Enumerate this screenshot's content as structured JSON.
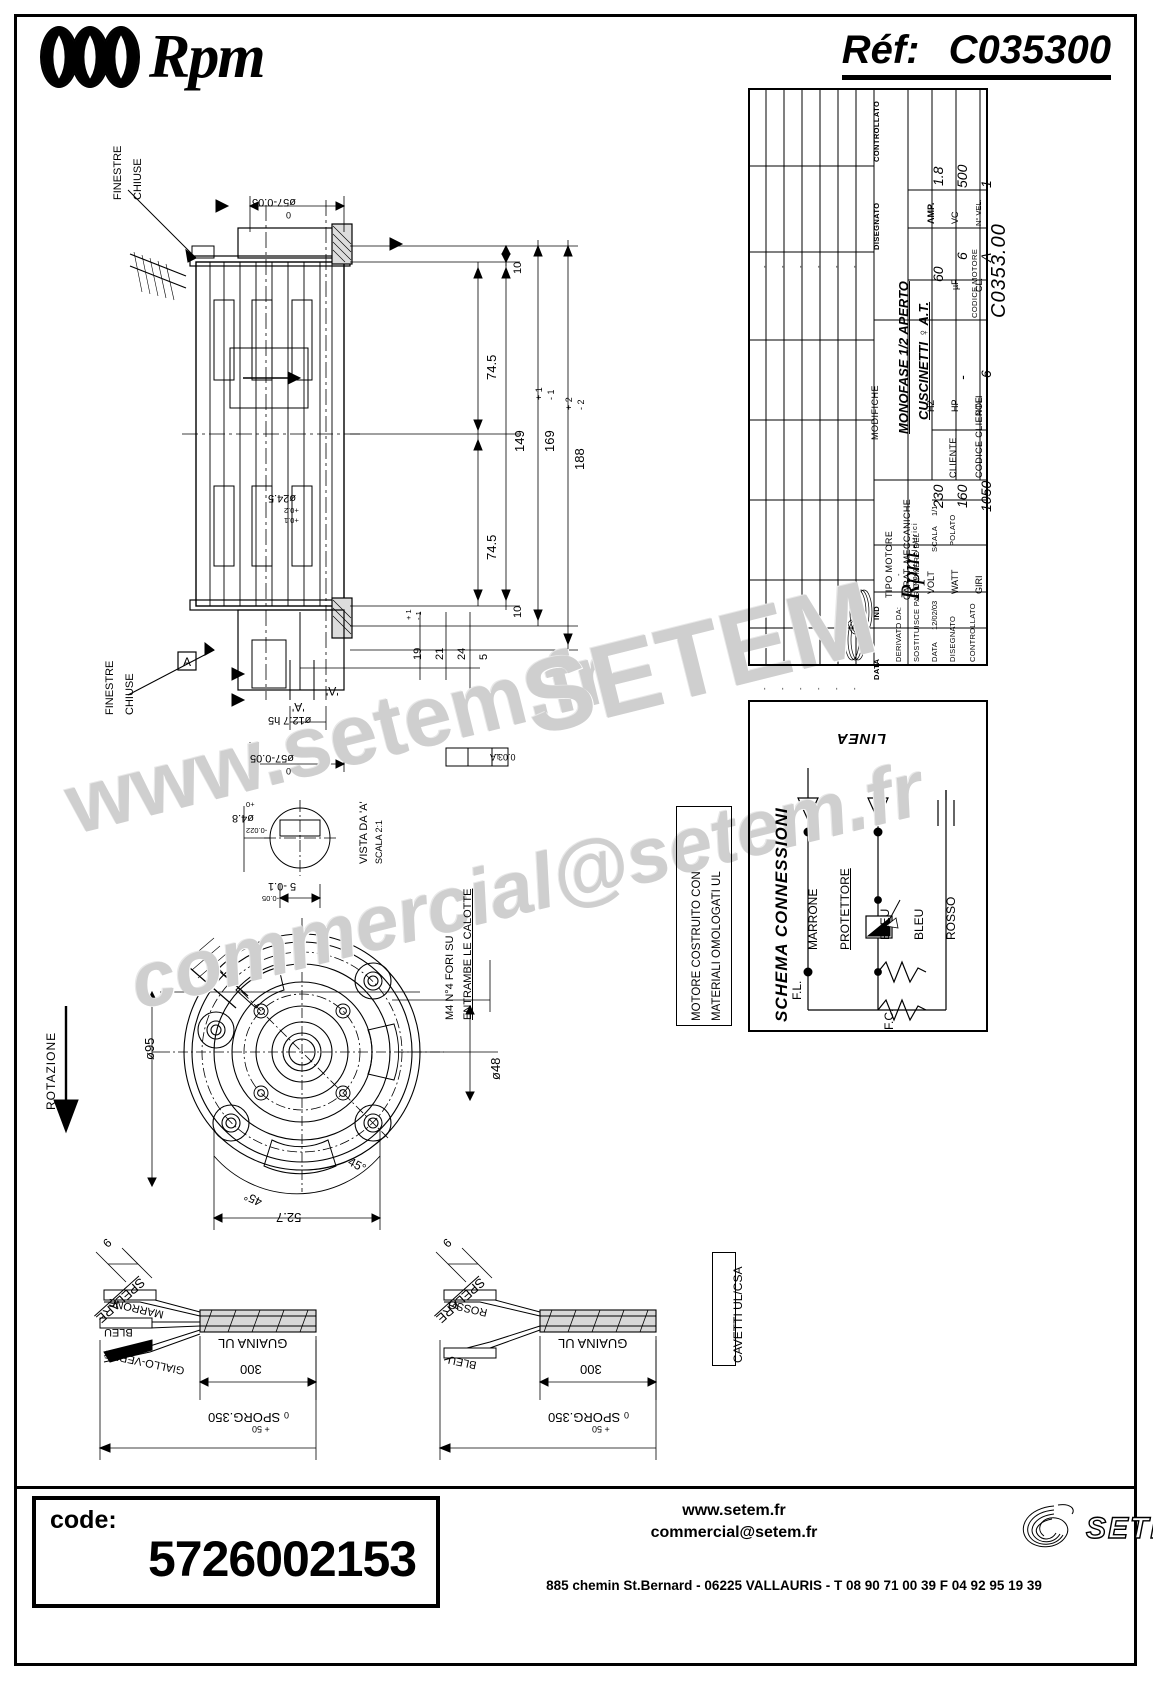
{
  "header": {
    "logo_text": "Rpm",
    "ref_label": "Réf:",
    "ref_value": "C035300"
  },
  "drawing": {
    "notes": {
      "finestre_chiuse_1": "FINESTRE",
      "finestre_chiuse_1b": "CHIUSE",
      "finestre_chiuse_2": "FINESTRE",
      "finestre_chiuse_2b": "CHIUSE",
      "rotazione": "ROTAZIONE",
      "vista_a": "VISTA DA 'A'",
      "scala_21": "SCALA 2:1",
      "m4_note_1": "M4 N°4 FORI SU",
      "m4_note_2": "ENTRAMBE LE CALOTTE",
      "datum_a": "A",
      "section_a": "'A'",
      "flatness": "0.03 A"
    },
    "dimensions": {
      "d57_top": "ø57-0.05",
      "d57_top_tol": "0",
      "d57_bot": "ø57-0.05",
      "d57_bot_tol": "0",
      "d24_5": "ø24.5",
      "d24_5_tol_up": "+0.2",
      "d24_5_tol_lo": "+0.1",
      "d12_7": "ø12.7 h5",
      "d4_8": "ø4.8",
      "d4_8_tol": "+0",
      "d4_8_tol2": "-0.022",
      "dim_10_top": "10",
      "dim_74_5_a": "74.5",
      "dim_74_5_b": "74.5",
      "dim_149": "149",
      "dim_169": "169",
      "dim_169_tol_up": "+ 1",
      "dim_169_tol_lo": "- 1",
      "dim_188": "188",
      "dim_188_tol_up": "+ 2",
      "dim_188_tol_lo": "- 2",
      "dim_10_bot": "10",
      "dim_19": "19",
      "dim_19_tol_up": "+ 1",
      "dim_19_tol_lo": "- 1",
      "dim_5": "5",
      "dim_24": "24",
      "dim_21": "21",
      "dim_5_tol": "5 -0.1",
      "dim_5_tol2": "-0.05",
      "d95": "ø95",
      "d48": "ø48",
      "dim_52_7": "52.7",
      "ang_45_a": "45°",
      "ang_45_b": "45°"
    },
    "cables": {
      "left": {
        "spelare": "SPELARE",
        "spelare_len": "6",
        "wire_1": "MARRONE",
        "wire_2": "BLEU",
        "wire_3": "GIALLO-VERDE",
        "guaina": "GUAINA UL",
        "len_300": "300",
        "sporg": "SPORG.350",
        "sporg_tol_up": "+ 50",
        "sporg_tol_lo": "0"
      },
      "right": {
        "spelare": "SPELARE",
        "spelare_len": "6",
        "wire_1": "ROSSO",
        "wire_2": "BLEU",
        "guaina": "GUAINA UL",
        "len_300": "300",
        "sporg": "SPORG.350",
        "sporg_tol_up": "+ 50",
        "sporg_tol_lo": "0"
      },
      "cavetti_note": "CAVETTI UL/CSA"
    }
  },
  "material_note": {
    "line1": "MOTORE COSTRUITO CON",
    "line2": "MATERIALI OMOLOGATI UL"
  },
  "schema": {
    "title": "SCHEMA CONNESSIONI",
    "linea": "LINEA",
    "labels": {
      "marrone": "MARRONE",
      "protettore": "PROTETTORE",
      "bleu_1": "BLEU",
      "bleu_2": "BLEU",
      "rosso": "ROSSO",
      "f_l": "F.L.",
      "f_c": "F.C."
    }
  },
  "title_block": {
    "columns": {
      "modifiche": "MODIFICHE",
      "disegnato": "DISEGNATO",
      "controllato": "CONTROLLATO",
      "ind": "IND",
      "data": "DATA"
    },
    "rows": {
      "tipo_motore_label": "TIPO MOTORE",
      "tipo_motore_value": "MONOFASE 1/2 APERTO",
      "carat_mecc_label": "CARAT. MECCANICHE",
      "carat_mecc_value": "CUSCINETTI ♀ A.T.",
      "volt_label": "VOLT",
      "volt_value": "230",
      "hz_label": "HZ",
      "hz_value": "60",
      "amp_label": "AMP.",
      "amp_value": "1.8",
      "watt_label": "WATT",
      "watt_value": "160",
      "hp_label": "HP",
      "hp_value": "-",
      "uf_label": "µF",
      "uf_value": "6",
      "vc_label": "VC",
      "vc_value": "500",
      "giri_label": "GIRI",
      "giri_value": "1050",
      "poli_label": "POLI",
      "poli_value": "6",
      "cl_label": "CL.",
      "cl_value": "A",
      "nvel_label": "N° VEL.",
      "nvel_value": "1",
      "cliente_label": "CLIENTE",
      "cliente_value": "",
      "codice_cliente_label": "CODICE CLIENTE",
      "codice_cliente_value": "",
      "codice_motore_label": "CODICE MOTORE",
      "codice_motore_value": "C0353.00",
      "brand_name": "Rpm",
      "brand_sub": "motori elettrici",
      "derivato_da_label": "DERIVATO DA:",
      "derivato_da_value": "-",
      "sostituisce_label": "SOSTITUISCE PARI NUMERO DEL",
      "sostituisce_value": "-",
      "data_label": "DATA",
      "data_value": "12/02/03",
      "scala_label": "SCALA",
      "scala_value": "1/1",
      "disegnato_label": "DISEGNATO",
      "polato_label": "POLATO",
      "controllato_label": "CONTROLLATO"
    }
  },
  "footer": {
    "code_label": "code:",
    "code_value": "5726002153",
    "website": "www.setem.fr",
    "email": "commercial@setem.fr",
    "address": "885 chemin St.Bernard  -  06225 VALLAURIS  -  T 08 90 71 00 39   F 04 92 95 19 39",
    "logo_text": "SETEM"
  },
  "watermark": {
    "line1": "www.setem.fr",
    "line2": "commercial@setem.fr",
    "line3": "SETEM"
  },
  "colors": {
    "ink": "#000000",
    "watermark": "#cfcfcf",
    "paper": "#ffffff"
  }
}
